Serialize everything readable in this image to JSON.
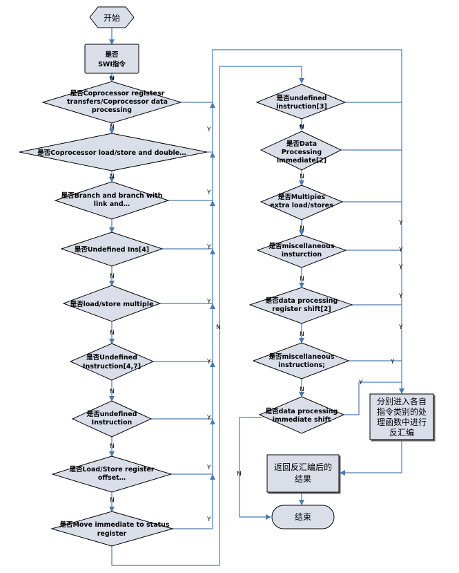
{
  "nodes": {
    "start": "开始",
    "swi": [
      "是否",
      "SWI指令"
    ],
    "coproc_reg": [
      "是否Coprocessor registesr",
      "transfers/Coprocessor data",
      "processing"
    ],
    "coproc_ls": [
      "是否Coprocessor load/store and double…"
    ],
    "branch": [
      "是否Branch and branch with",
      "link and…"
    ],
    "undef4": [
      "是否Undefined Ins[4]"
    ],
    "ls_multiple": [
      "是否load/store multiple"
    ],
    "undef47": [
      "是否Undefined",
      "Instruction[4,7]"
    ],
    "undef_instr": [
      "是否undefined",
      "Instruction"
    ],
    "ls_reg_offset": [
      "是否Load/Store register",
      "offset…"
    ],
    "move_imm": [
      "是否Move immediate to status",
      "register"
    ],
    "undef3": [
      "是否undefined",
      "instruction[3]"
    ],
    "dp_imm2": [
      "是否Data",
      "Processing",
      "immediate[2]"
    ],
    "multiplies": [
      "是否Multipies",
      "extra load/stores"
    ],
    "misc_instr": [
      "是否miscellaneous",
      "insturction"
    ],
    "dp_reg_shift": [
      "是否data processing",
      "register shift[2]"
    ],
    "misc_instrs": [
      "是否miscellaneous",
      "instructions;"
    ],
    "dp_imm_shift": [
      "是否data processing",
      "immediate shift"
    ],
    "disasm_box": [
      "分别进入各自",
      "指令类别的处",
      "理函数中进行",
      "反汇编"
    ],
    "return_box": [
      "返回反汇编后的",
      "结果"
    ],
    "end": "结束"
  },
  "edge_labels": {
    "yes": "Y",
    "no": "N"
  }
}
